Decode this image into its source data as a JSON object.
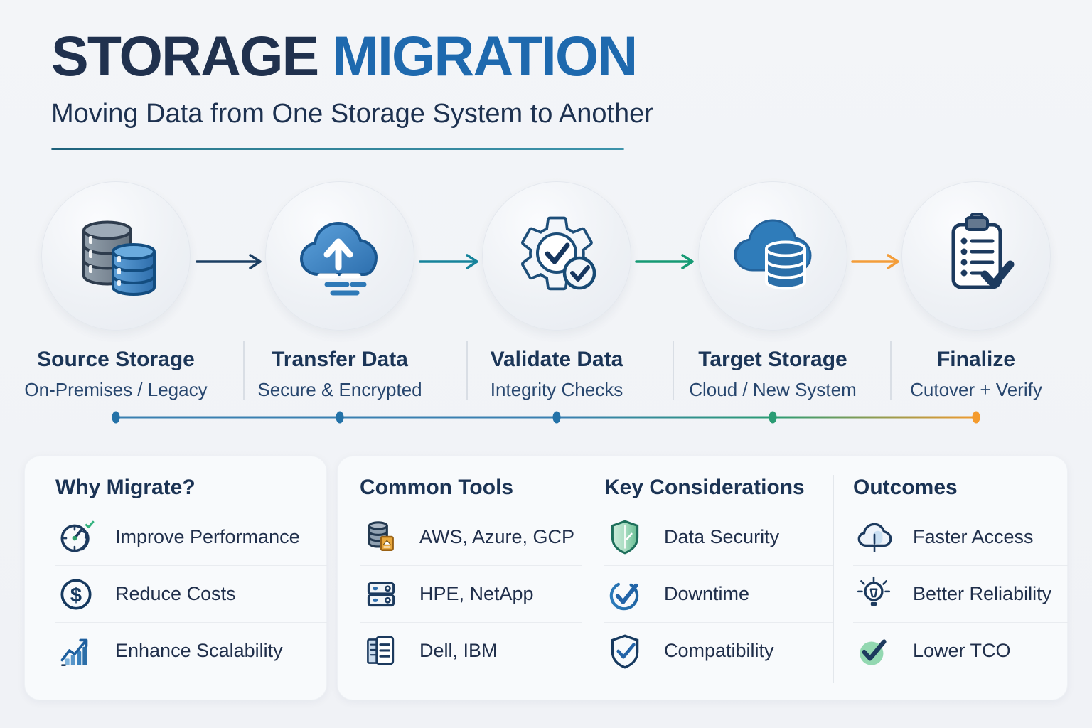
{
  "header": {
    "title_primary": "STORAGE",
    "title_secondary": "MIGRATION",
    "subtitle": "Moving Data from One Storage System to Another"
  },
  "process": {
    "steps": [
      {
        "title": "Source Storage",
        "subtitle": "On-Premises / Legacy",
        "icon": "database-stack-icon"
      },
      {
        "title": "Transfer Data",
        "subtitle": "Secure & Encrypted",
        "icon": "cloud-upload-icon"
      },
      {
        "title": "Validate Data",
        "subtitle": "Integrity Checks",
        "icon": "gear-check-icon"
      },
      {
        "title": "Target Storage",
        "subtitle": "Cloud / New System",
        "icon": "cloud-database-icon"
      },
      {
        "title": "Finalize",
        "subtitle": "Cutover + Verify",
        "icon": "clipboard-check-icon"
      }
    ],
    "arrows": [
      {
        "color": "#1c3f63"
      },
      {
        "color": "#16839b"
      },
      {
        "color": "#169a74"
      },
      {
        "color": "#f39d3a"
      }
    ],
    "timeline_dots": [
      {
        "color": "#2472a8"
      },
      {
        "color": "#2472a8"
      },
      {
        "color": "#2472a8"
      },
      {
        "color": "#2b9c74"
      },
      {
        "color": "#f49b2e"
      }
    ]
  },
  "panels": [
    {
      "title": "Why Migrate?",
      "items": [
        {
          "icon": "speedometer-icon",
          "label": "Improve Performance"
        },
        {
          "icon": "dollar-circle-icon",
          "label": "Reduce Costs"
        },
        {
          "icon": "growth-chart-icon",
          "label": "Enhance Scalability"
        }
      ]
    },
    {
      "title": "Common Tools",
      "items": [
        {
          "icon": "database-file-icon",
          "label": "AWS, Azure, GCP"
        },
        {
          "icon": "server-rack-icon",
          "label": "HPE, NetApp"
        },
        {
          "icon": "documents-icon",
          "label": "Dell, IBM"
        }
      ]
    },
    {
      "title": "Key Considerations",
      "items": [
        {
          "icon": "shield-security-icon",
          "label": "Data Security"
        },
        {
          "icon": "check-circle-icon",
          "label": "Downtime"
        },
        {
          "icon": "shield-check-icon",
          "label": "Compatibility"
        }
      ]
    },
    {
      "title": "Outcomes",
      "items": [
        {
          "icon": "cloud-icon",
          "label": "Faster Access"
        },
        {
          "icon": "lightbulb-icon",
          "label": "Better Reliability"
        },
        {
          "icon": "check-badge-icon",
          "label": "Lower TCO"
        }
      ]
    }
  ],
  "palette": {
    "background": "#f2f4f7",
    "card": "#f8fafc",
    "navy": "#1c3354",
    "accent_blue": "#1e69ae",
    "underline_teal": "#2e7d92",
    "green": "#2b9c74",
    "orange": "#f49b2e"
  }
}
